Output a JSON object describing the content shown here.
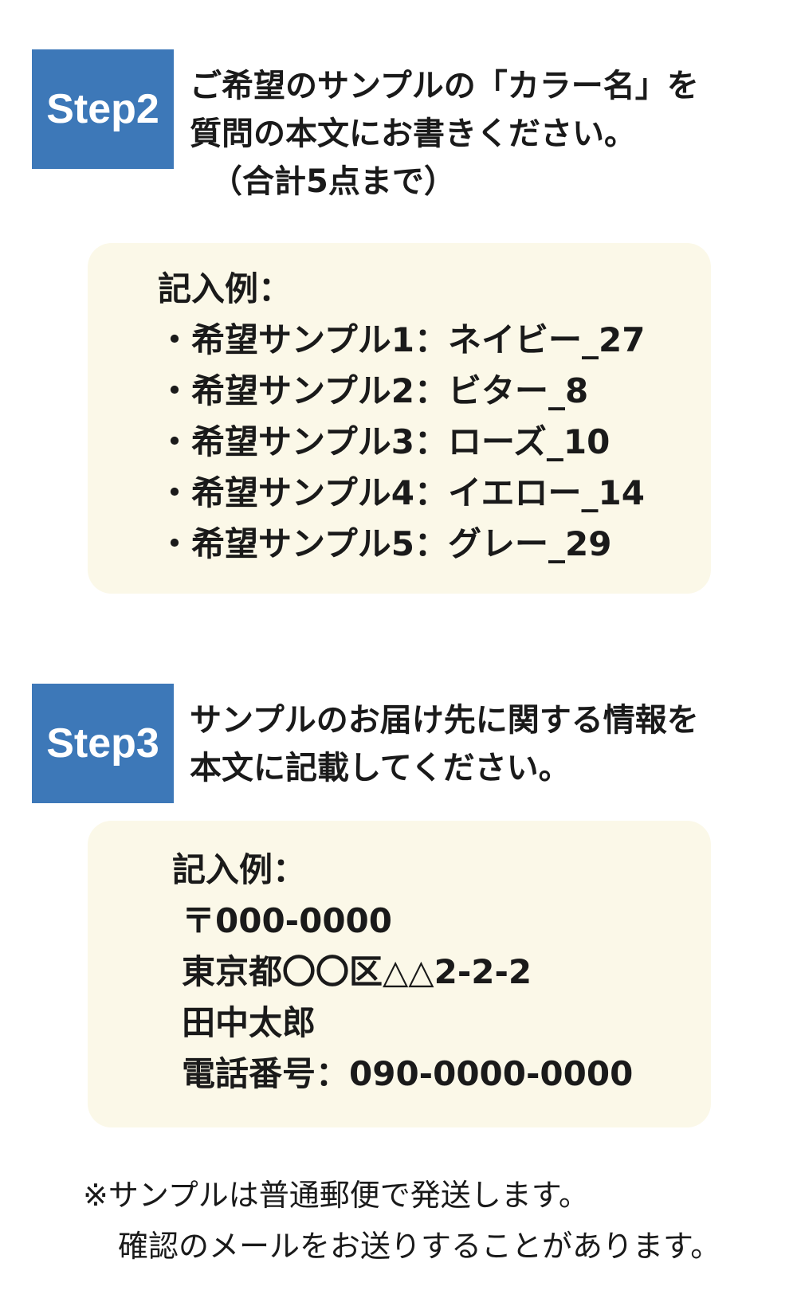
{
  "step2": {
    "badge": "Step2",
    "lines": [
      "ご希望のサンプルの「カラー名」を",
      "質問の本文にお書きください。"
    ],
    "note": "（合計5点まで）",
    "example": {
      "heading": "記入例：",
      "items": [
        "・希望サンプル1：ネイビー_27",
        "・希望サンプル2：ビター_8",
        "・希望サンプル3：ローズ_10",
        "・希望サンプル4：イエロー_14",
        "・希望サンプル5：グレー_29"
      ]
    }
  },
  "step3": {
    "badge": "Step3",
    "lines": [
      "サンプルのお届け先に関する情報を",
      "本文に記載してください。"
    ],
    "example": {
      "heading": "記入例：",
      "items": [
        "〒000-0000",
        "東京都〇〇区△△2-2-2",
        "田中太郎",
        "電話番号：090-0000-0000"
      ]
    }
  },
  "footer": {
    "lines": [
      "※サンプルは普通郵便で発送します。",
      "確認のメールをお送りすることがあります。"
    ]
  },
  "colors": {
    "badge_background": "#3d78b8",
    "example_background": "#fbf8e8",
    "text": "#1a1a1a"
  }
}
